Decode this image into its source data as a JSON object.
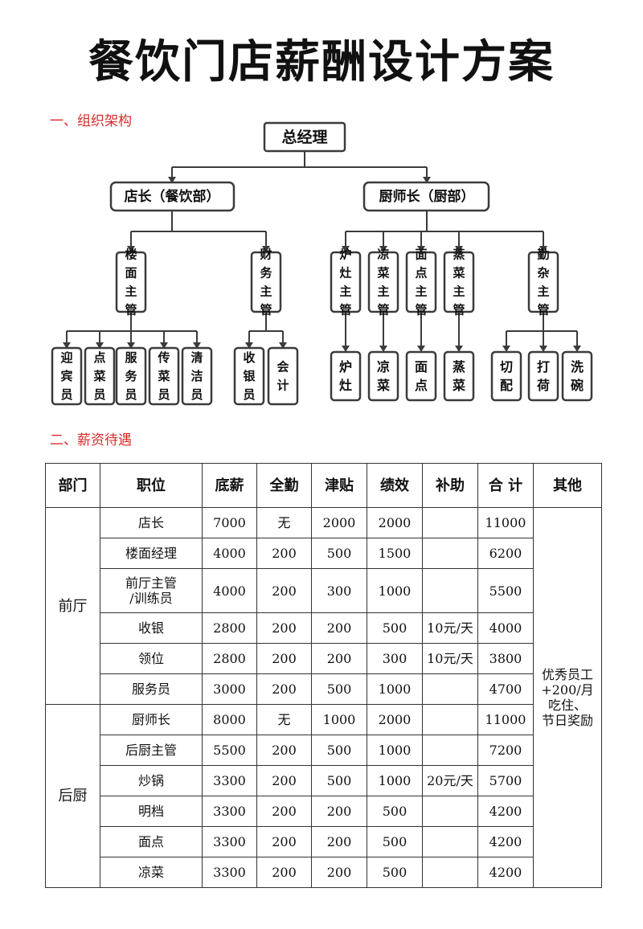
{
  "title": "餐饮门店薪酬设计方案",
  "sections": {
    "org": "一、组织架构",
    "salary": "二、薪资待遇"
  },
  "org": {
    "gm": "总经理",
    "store_manager": "店长（餐饮部）",
    "head_chef": "厨师长（厨部）",
    "floor_supervisor": "楼面主管",
    "finance_supervisor": "财务主管",
    "stove_supervisor": "炉灶主管",
    "cold_dish_supervisor": "凉菜主管",
    "pastry_supervisor": "面点主管",
    "steam_supervisor": "蒸菜主管",
    "misc_supervisor": "勤杂主管",
    "floor_staff": [
      "迎宾员",
      "点菜员",
      "服务员",
      "传菜员",
      "清洁员"
    ],
    "finance_staff": [
      "收银员",
      "会计"
    ],
    "kitchen_staff": [
      "炉灶",
      "凉菜",
      "面点",
      "蒸菜"
    ],
    "misc_staff": [
      "切配",
      "打荷",
      "洗碗"
    ]
  },
  "table": {
    "headers": [
      "部门",
      "职位",
      "底薪",
      "全勤",
      "津贴",
      "绩效",
      "补助",
      "合 计",
      "其他"
    ],
    "departments": [
      "前厅",
      "后厨"
    ],
    "other": [
      "优秀员工",
      "+200/月",
      "吃住、",
      "节日奖励"
    ],
    "rows": [
      {
        "position": [
          "店长"
        ],
        "base": "7000",
        "attendance": "无",
        "allowance": "2000",
        "performance": "2000",
        "subsidy": "",
        "total": "11000"
      },
      {
        "position": [
          "楼面经理"
        ],
        "base": "4000",
        "attendance": "200",
        "allowance": "500",
        "performance": "1500",
        "subsidy": "",
        "total": "6200"
      },
      {
        "position": [
          "前厅主管",
          "/训练员"
        ],
        "base": "4000",
        "attendance": "200",
        "allowance": "300",
        "performance": "1000",
        "subsidy": "",
        "total": "5500"
      },
      {
        "position": [
          "收银"
        ],
        "base": "2800",
        "attendance": "200",
        "allowance": "200",
        "performance": "500",
        "subsidy": "10元/天",
        "total": "4000"
      },
      {
        "position": [
          "领位"
        ],
        "base": "2800",
        "attendance": "200",
        "allowance": "200",
        "performance": "300",
        "subsidy": "10元/天",
        "total": "3800"
      },
      {
        "position": [
          "服务员"
        ],
        "base": "3000",
        "attendance": "200",
        "allowance": "500",
        "performance": "1000",
        "subsidy": "",
        "total": "4700"
      },
      {
        "position": [
          "厨师长"
        ],
        "base": "8000",
        "attendance": "无",
        "allowance": "1000",
        "performance": "2000",
        "subsidy": "",
        "total": "11000"
      },
      {
        "position": [
          "后厨主管"
        ],
        "base": "5500",
        "attendance": "200",
        "allowance": "500",
        "performance": "1000",
        "subsidy": "",
        "total": "7200"
      },
      {
        "position": [
          "炒锅"
        ],
        "base": "3300",
        "attendance": "200",
        "allowance": "500",
        "performance": "1000",
        "subsidy": "20元/天",
        "total": "5700"
      },
      {
        "position": [
          "明档"
        ],
        "base": "3300",
        "attendance": "200",
        "allowance": "200",
        "performance": "500",
        "subsidy": "",
        "total": "4200"
      },
      {
        "position": [
          "面点"
        ],
        "base": "3300",
        "attendance": "200",
        "allowance": "200",
        "performance": "500",
        "subsidy": "",
        "total": "4200"
      },
      {
        "position": [
          "凉菜"
        ],
        "base": "3300",
        "attendance": "200",
        "allowance": "200",
        "performance": "500",
        "subsidy": "",
        "total": "4200"
      }
    ]
  }
}
